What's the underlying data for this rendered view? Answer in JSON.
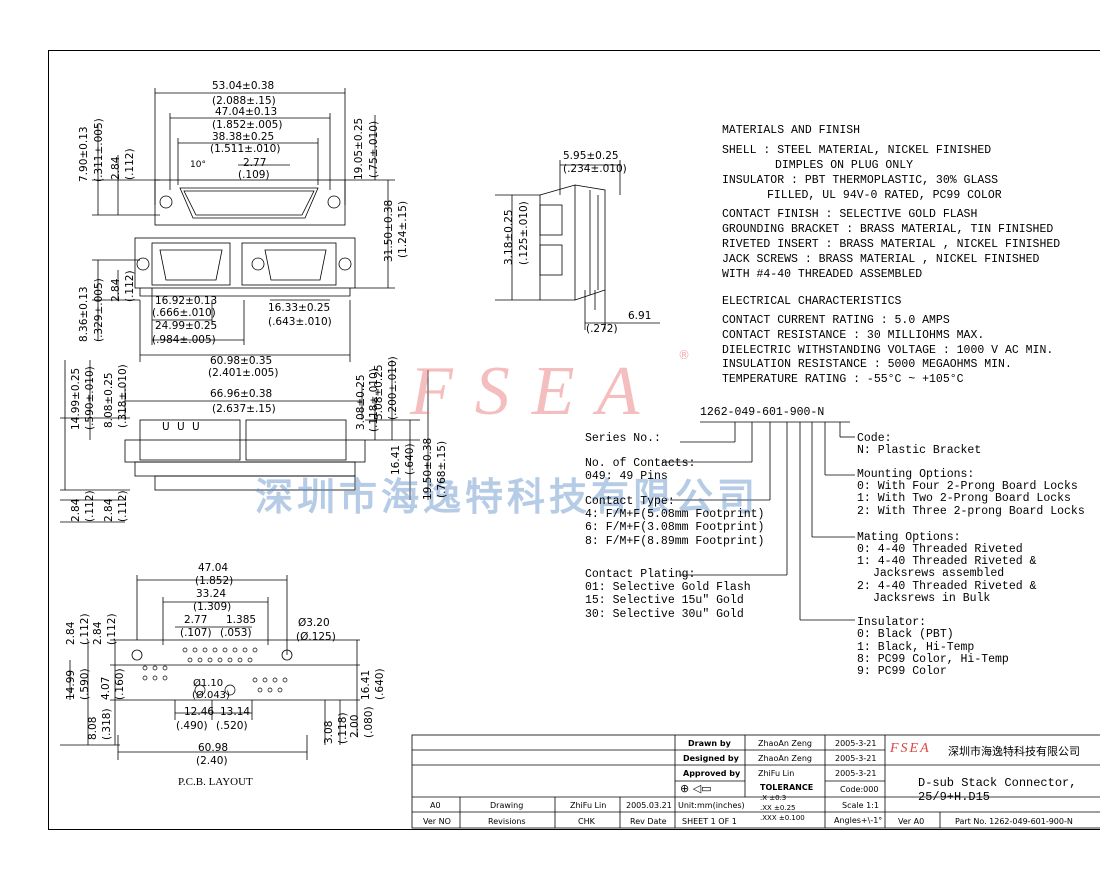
{
  "materials": {
    "heading": "MATERIALS AND FINISH",
    "lines": [
      "SHELL : STEEL MATERIAL, NICKEL FINISHED",
      "DIMPLES ON PLUG ONLY",
      "INSULATOR : PBT THERMOPLASTIC, 30% GLASS",
      "FILLED, UL 94V-0 RATED, PC99 COLOR",
      "CONTACT FINISH : SELECTIVE GOLD FLASH",
      "GROUNDING BRACKET : BRASS MATERIAL, TIN FINISHED",
      "RIVETED INSERT : BRASS MATERIAL , NICKEL FINISHED",
      "JACK SCREWS : BRASS MATERIAL , NICKEL FINISHED",
      "WITH #4-40 THREADED ASSEMBLED"
    ]
  },
  "electrical": {
    "heading": "ELECTRICAL CHARACTERISTICS",
    "lines": [
      "CONTACT CURRENT RATING : 5.0 AMPS",
      "CONTACT RESISTANCE : 30 MILLIOHMS MAX.",
      "DIELECTRIC WITHSTANDING VOLTAGE : 1000 V AC MIN.",
      "INSULATION RESISTANCE : 5000 MEGAOHMS MIN.",
      "TEMPERATURE RATING : -55°C ~ +105°C"
    ]
  },
  "part_code": {
    "number": "1262-049-601-900-N",
    "series": "Series No.:",
    "contacts": [
      "No. of Contacts:",
      "049: 49 Pins"
    ],
    "contact_type": [
      "Contact Type:",
      "4: F/M+F(5.08mm Footprint)",
      "6: F/M+F(3.08mm Footprint)",
      "8: F/M+F(8.89mm Footprint)"
    ],
    "plating": [
      "Contact Plating:",
      "01: Selective Gold Flash",
      "15: Selective 15u\" Gold",
      "30: Selective 30u\" Gold"
    ],
    "code": [
      "Code:",
      "N: Plastic Bracket"
    ],
    "mounting": [
      "Mounting Options:",
      "0: With Four 2-Prong Board Locks",
      "1: With Two 2-Prong Board Locks",
      "2: With Three 2-prong Board Locks"
    ],
    "mating": [
      "Mating Options:",
      "0: 4-40 Threaded Riveted",
      "1: 4-40 Threaded Riveted &",
      "Jacksrews assembled",
      "2: 4-40 Threaded Riveted &",
      "Jacksrews in Bulk"
    ],
    "insulator": [
      "Insulator:",
      "0: Black (PBT)",
      "1: Black, Hi-Temp",
      "8: PC99 Color, Hi-Temp",
      "9: PC99 Color"
    ]
  },
  "dims_front": {
    "d1": "53.04±0.38",
    "d1b": "(2.088±.15)",
    "d2": "47.04±0.13",
    "d2b": "(1.852±.005)",
    "d3": "38.38±0.25",
    "d3b": "(1.511±.010)",
    "angle": "10°",
    "d4": "2.77",
    "d4b": "(.109)",
    "v1": "7.90±0.13",
    "v1b": "(.311±.005)",
    "v2": "2.84",
    "v2b": "(.112)",
    "v3": "19.05±0.25",
    "v3b": "(.75±.010)",
    "v4": "31.50±0.38",
    "v4b": "(1.24±.15)",
    "v5": "8.36±0.13",
    "v5b": "(.329±.005)",
    "v6": "2.84",
    "v6b": "(.112)",
    "d5": "16.92±0.13",
    "d5b": "(.666±.010)",
    "d6": "24.99±0.25",
    "d6b": "(.984±.005)",
    "d7": "16.33±0.25",
    "d7b": "(.643±.010)",
    "d8": "60.98±0.35",
    "d8b": "(2.401±.005)"
  },
  "dims_side": {
    "d1": "5.95±0.25",
    "d1b": "(.234±.010)",
    "v1": "3.18±0.25",
    "v1b": "(.125±.010)",
    "d2": "6.91",
    "d2b": "(.272)"
  },
  "dims_bottom": {
    "d1": "66.96±0.38",
    "d1b": "(2.637±.15)",
    "v1": "14.99±0.25",
    "v1b": "(.590±.010)",
    "v2": "8.08±0.25",
    "v2b": "(.318±.010)",
    "v3": "3.08±0.25",
    "v3b": "(.118±.010)",
    "v4": "5.08±0.25",
    "v4b": "(.200±.010)",
    "v5": "16.41",
    "v5b": "(.640)",
    "v6": "19.50±0.38",
    "v6b": "(.768±.15)",
    "v7": "2.84",
    "v7b": "(.112)",
    "v8": "2.84",
    "v8b": "(.112)",
    "letters": "U U U"
  },
  "pcb": {
    "d1": "47.04",
    "d1b": "(1.852)",
    "d2": "33.24",
    "d2b": "(1.309)",
    "d3": "2.77",
    "d3b": "(.107)",
    "d4": "1.385",
    "d4b": "(.053)",
    "hole": "Ø3.20",
    "holeb": "(Ø.125)",
    "hole2": "Ø1.10",
    "hole2b": "(Ø.043)",
    "v1": "2.84",
    "v1b": "(.112)",
    "v2": "2.84",
    "v2b": "(.112)",
    "v3": "14.99",
    "v3b": "(.590)",
    "v4": "4.07",
    "v4b": "(.160)",
    "v5": "8.08",
    "v5b": "(.318)",
    "d5": "12.46",
    "d5b": "(.490)",
    "d6": "13.14",
    "d6b": "(.520)",
    "d7": "60.98",
    "d7b": "(2.40)",
    "v6": "16.41",
    "v6b": "(.640)",
    "v7": "3.08",
    "v7b": "(.118)",
    "v8": "2.00",
    "v8b": "(.080)",
    "label": "P.C.B. LAYOUT"
  },
  "watermark": {
    "logo": "FSEA",
    "reg": "®",
    "cn": "深圳市海逸特科技有限公司"
  },
  "title_block": {
    "drawn_label": "Drawn  by",
    "drawn_name": "ZhaoAn Zeng",
    "drawn_date": "2005-3-21",
    "designed_label": "Designed by",
    "designed_name": "ZhaoAn Zeng",
    "designed_date": "2005-3-21",
    "approved_label": "Approved by",
    "approved_name": "ZhiFu Lin",
    "approved_date": "2005-3-21",
    "tolerance": "TOLERANCE",
    "tol1": ".X      ±0.3",
    "tol2": ".XX     ±0.25",
    "tol3": ".XXX  ±0.100",
    "code": "Code:000",
    "scale": "Scale 1:1",
    "angles": "Angles+\\-1°",
    "rev_a0": "A0",
    "rev_drawing": "Drawing",
    "rev_chk_name": "ZhiFu Lin",
    "rev_date": "2005.03.21",
    "units": "Unit:mm(inches)",
    "ver_no": "Ver NO",
    "revisions": "Revisions",
    "chk": "CHK",
    "rev_date_label": "Rev Date",
    "sheet": "SHEET 1 OF 1",
    "logo": "FSEA",
    "company": "深圳市海逸特科技有限公司",
    "title1": "D-sub Stack Connector,",
    "title2": "25/9+H.D15",
    "ver": "Ver A0",
    "part_no": "Part No. 1262-049-601-900-N"
  }
}
